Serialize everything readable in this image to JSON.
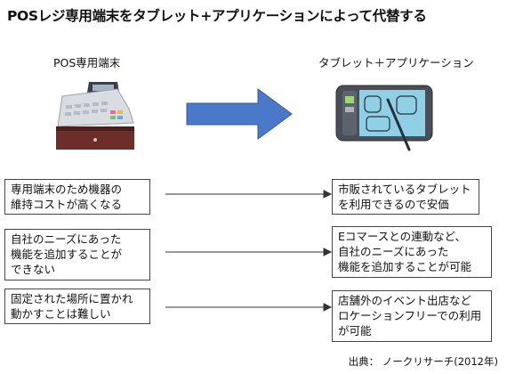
{
  "title": "POSレジ専用端末をタブレット+アプリケーションによって代替する",
  "left_header": "POS専用端末",
  "right_header": "タブレット＋アプリケーション",
  "rows": [
    {
      "left": [
        "専用端末のため機器の",
        "維持コストが高くなる"
      ],
      "right": [
        "市販されているタブレット",
        "を利用できるので安価"
      ]
    },
    {
      "left": [
        "自社のニーズにあった",
        "機能を追加することが",
        "できない"
      ],
      "right": [
        "Eコマースとの連動など、",
        "自社のニーズにあった",
        "機能を追加することが可能"
      ]
    },
    {
      "left": [
        "固定された場所に置かれ",
        "動かすことは難しい"
      ],
      "right": [
        "店舗外のイベント出店など",
        "ロケーションフリーでの利用",
        "が可能"
      ]
    }
  ],
  "source": "出典： ノークリサーチ(2012年)",
  "icons": {
    "left": "cash-register-icon",
    "middle": "right-arrow-icon",
    "right": "tablet-with-stylus-icon"
  },
  "colors": {
    "arrow_fill": "#4a79c9",
    "register_body": "#d9dde2",
    "register_base": "#6b2e2a",
    "tablet_body": "#4a4f57",
    "tablet_screen": "#8fd0e6"
  }
}
